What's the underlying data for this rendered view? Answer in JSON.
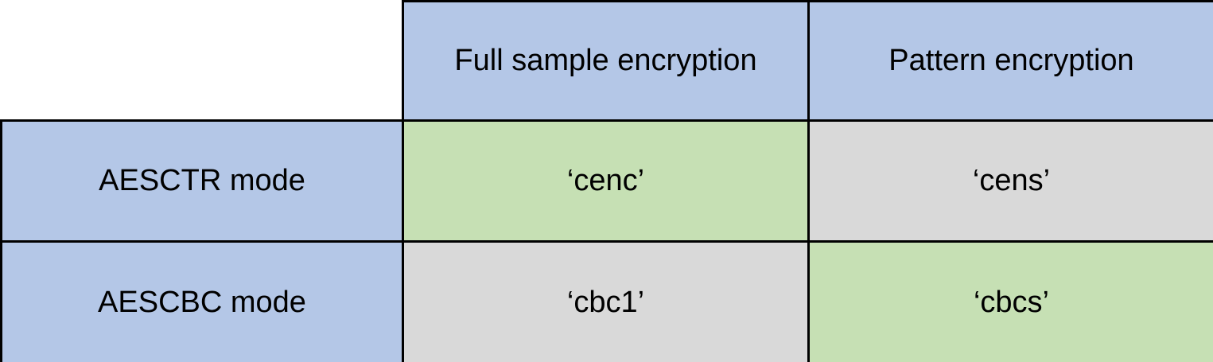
{
  "table": {
    "corner_label": "",
    "columns": [
      {
        "label": "Full sample encryption",
        "fill": "blue"
      },
      {
        "label": "Pattern encryption",
        "fill": "blue"
      }
    ],
    "rows": [
      {
        "header": {
          "label": "AESCTR mode",
          "fill": "blue"
        },
        "cells": [
          {
            "value": "‘cenc’",
            "fill": "green"
          },
          {
            "value": "‘cens’",
            "fill": "gray"
          }
        ]
      },
      {
        "header": {
          "label": "AESCBC mode",
          "fill": "blue"
        },
        "cells": [
          {
            "value": "‘cbc1’",
            "fill": "gray"
          },
          {
            "value": "‘cbcs’",
            "fill": "green"
          }
        ]
      }
    ]
  },
  "colors": {
    "fill-blue": "#B4C7E7",
    "fill-green": "#C6E0B4",
    "fill-gray": "#D9D9D9",
    "border": "#000000",
    "text": "#000000",
    "page-bg": "#FFFFFF"
  },
  "chart_data": {
    "type": "table",
    "title": "",
    "columns": [
      "",
      "Full sample encryption",
      "Pattern encryption"
    ],
    "rows": [
      [
        "AESCTR mode",
        "‘cenc’",
        "‘cens’"
      ],
      [
        "AESCBC mode",
        "‘cbc1’",
        "‘cbcs’"
      ]
    ],
    "cell_fills": [
      [
        "blue",
        "green",
        "gray"
      ],
      [
        "blue",
        "gray",
        "green"
      ]
    ],
    "header_fill": "blue",
    "corner_cell": "empty-white-no-border"
  }
}
